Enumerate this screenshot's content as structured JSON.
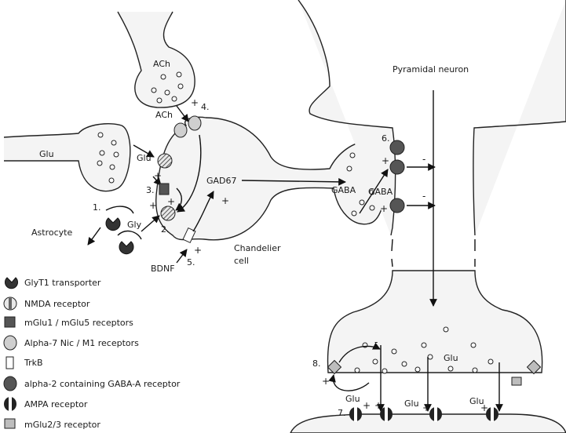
{
  "labels": {
    "ach_top": "ACh",
    "ach_receptor": "ACh",
    "num4": "4.",
    "glu_terminal": "Glu",
    "glu_receptor": "Glu",
    "num3": "3.",
    "num2": "2.",
    "num1": "1.",
    "gly": "Gly",
    "astrocyte": "Astrocyte",
    "gad67": "GAD67",
    "bdnf": "BDNF",
    "num5": "5.",
    "chandelier_line1": "Chandelier",
    "chandelier_line2": "cell",
    "gaba_terminal": "GABA",
    "gaba_receptor": "GABA",
    "num6": "6.",
    "pyramidal": "Pyramidal neuron",
    "glu_pyr": "Glu",
    "num8": "8.",
    "num7": "7.",
    "glu_post1": "Glu",
    "glu_post2": "Glu",
    "glu_post3": "Glu",
    "plus": "+",
    "minus": "-"
  },
  "legend": [
    {
      "icon": "glyt1-transporter-icon",
      "label": "GlyT1 transporter"
    },
    {
      "icon": "nmda-receptor-icon",
      "label": "NMDA receptor"
    },
    {
      "icon": "mglu1-mglu5-receptor-icon",
      "label": "mGlu1 / mGlu5 receptors"
    },
    {
      "icon": "alpha7-nic-m1-receptor-icon",
      "label": "Alpha-7 Nic / M1 receptors"
    },
    {
      "icon": "trkb-icon",
      "label": "TrkB"
    },
    {
      "icon": "alpha2-gaba-a-receptor-icon",
      "label": "alpha-2 containing GABA-A receptor"
    },
    {
      "icon": "ampa-receptor-icon",
      "label": "AMPA receptor"
    },
    {
      "icon": "mglu2-mglu3-receptor-icon",
      "label": "mGlu2/3 receptor"
    }
  ]
}
